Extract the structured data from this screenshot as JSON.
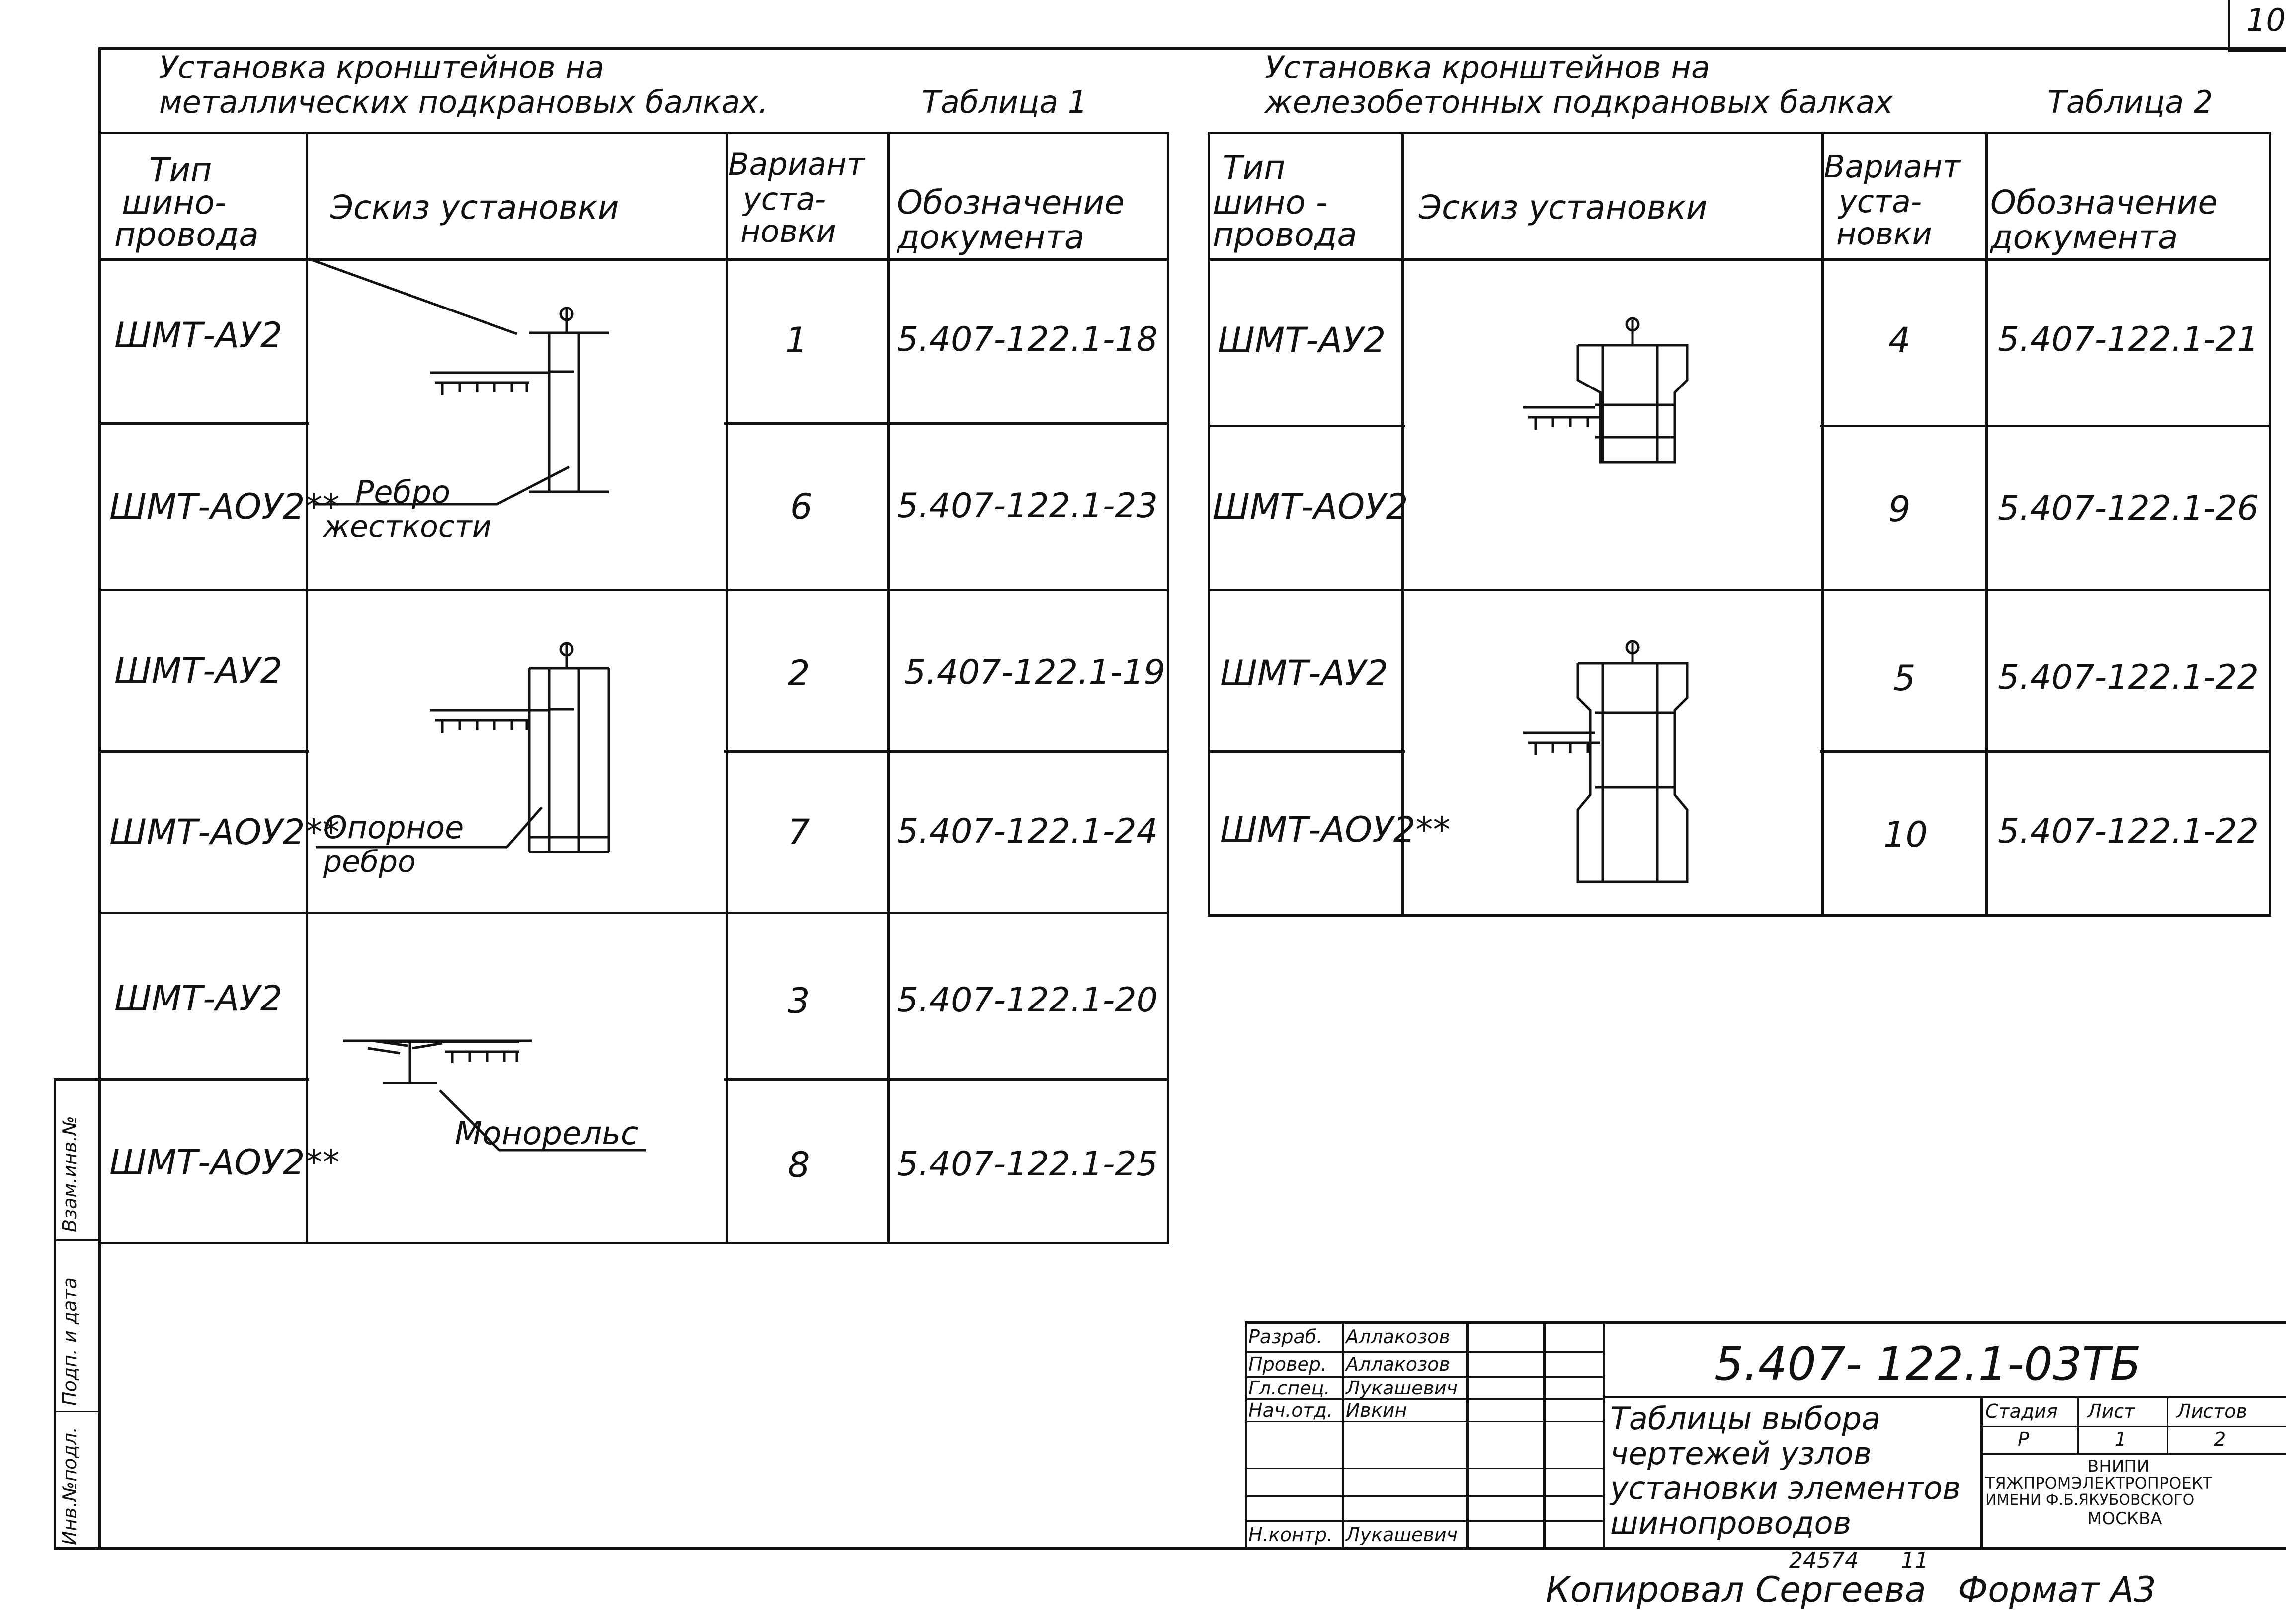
{
  "sheet_number": "10",
  "table1": {
    "caption_line1": "Установка кронштейнов на",
    "caption_line2": "металлических подкрановых балках.",
    "label": "Таблица 1",
    "headers": {
      "type": [
        "Тип",
        "шино-",
        "провода"
      ],
      "sketch": "Эскиз установки",
      "variant": [
        "Вариант",
        "уста-",
        "новки"
      ],
      "doc": [
        "Обозначение",
        "документа"
      ]
    },
    "rows": [
      {
        "type": "ШМТ-АУ2",
        "variant": "1",
        "doc": "5.407-122.1-18"
      },
      {
        "type": "ШМТ-АОУ2**",
        "variant": "6",
        "doc": "5.407-122.1-23"
      },
      {
        "type": "ШМТ-АУ2",
        "variant": "2",
        "doc": "5.407-122.1-19"
      },
      {
        "type": "ШМТ-АОУ2**",
        "variant": "7",
        "doc": "5.407-122.1-24"
      },
      {
        "type": "ШМТ-АУ2",
        "variant": "3",
        "doc": "5.407-122.1-20"
      },
      {
        "type": "ШМТ-АОУ2**",
        "variant": "8",
        "doc": "5.407-122.1-25"
      }
    ],
    "sketch_labels": {
      "rib1": "Ребро",
      "rib2": "жесткости",
      "support1": "Опорное",
      "support2": "ребро",
      "monorail": "Монорельс"
    }
  },
  "table2": {
    "caption_line1": "Установка кронштейнов на",
    "caption_line2": "железобетонных подкрановых балках",
    "label": "Таблица 2",
    "headers": {
      "type": [
        "Тип",
        "шино -",
        "провода"
      ],
      "sketch": "Эскиз установки",
      "variant": [
        "Вариант",
        "уста-",
        "новки"
      ],
      "doc": [
        "Обозначение",
        "документа"
      ]
    },
    "rows": [
      {
        "type": "ШМТ-АУ2",
        "variant": "4",
        "doc": "5.407-122.1-21"
      },
      {
        "type": "ШМТ-АОУ2**",
        "variant": "9",
        "doc": "5.407-122.1-26"
      },
      {
        "type": "ШМТ-АУ2",
        "variant": "5",
        "doc": "5.407-122.1-22"
      },
      {
        "type": "ШМТ-АОУ2**",
        "variant": "10",
        "doc": "5.407-122.1-22"
      }
    ]
  },
  "side_stamp": [
    "Инв.№подл.",
    "Подп. и дата",
    "Взам.инв.№"
  ],
  "title_block": {
    "designation": "5.407- 122.1-03ТБ",
    "title_lines": [
      "Таблицы выбора",
      "чертежей узлов",
      "установки элементов",
      "шинопроводов"
    ],
    "roles": [
      {
        "role": "Разраб.",
        "name": "Аллакозов"
      },
      {
        "role": "Провер.",
        "name": "Аллакозов"
      },
      {
        "role": "Гл.спец.",
        "name": "Лукашевич"
      },
      {
        "role": "Нач.отд.",
        "name": "Ивкин"
      },
      {
        "role": "",
        "name": ""
      },
      {
        "role": "",
        "name": ""
      },
      {
        "role": "Н.контр.",
        "name": "Лукашевич"
      }
    ],
    "stage_header": "Стадия",
    "sheet_header": "Лист",
    "sheets_header": "Листов",
    "stage": "Р",
    "sheet": "1",
    "sheets": "2",
    "org_lines": [
      "ВНИПИ",
      "ТЯЖПРОМЭЛЕКТРОПРОЕКТ",
      "ИМЕНИ Ф.Б.ЯКУБОВСКОГО",
      "МОСКВА"
    ]
  },
  "footer": {
    "number": "24574",
    "number_sheet": "11",
    "copied": "Копировал Сергеева",
    "format": "Формат А3"
  }
}
